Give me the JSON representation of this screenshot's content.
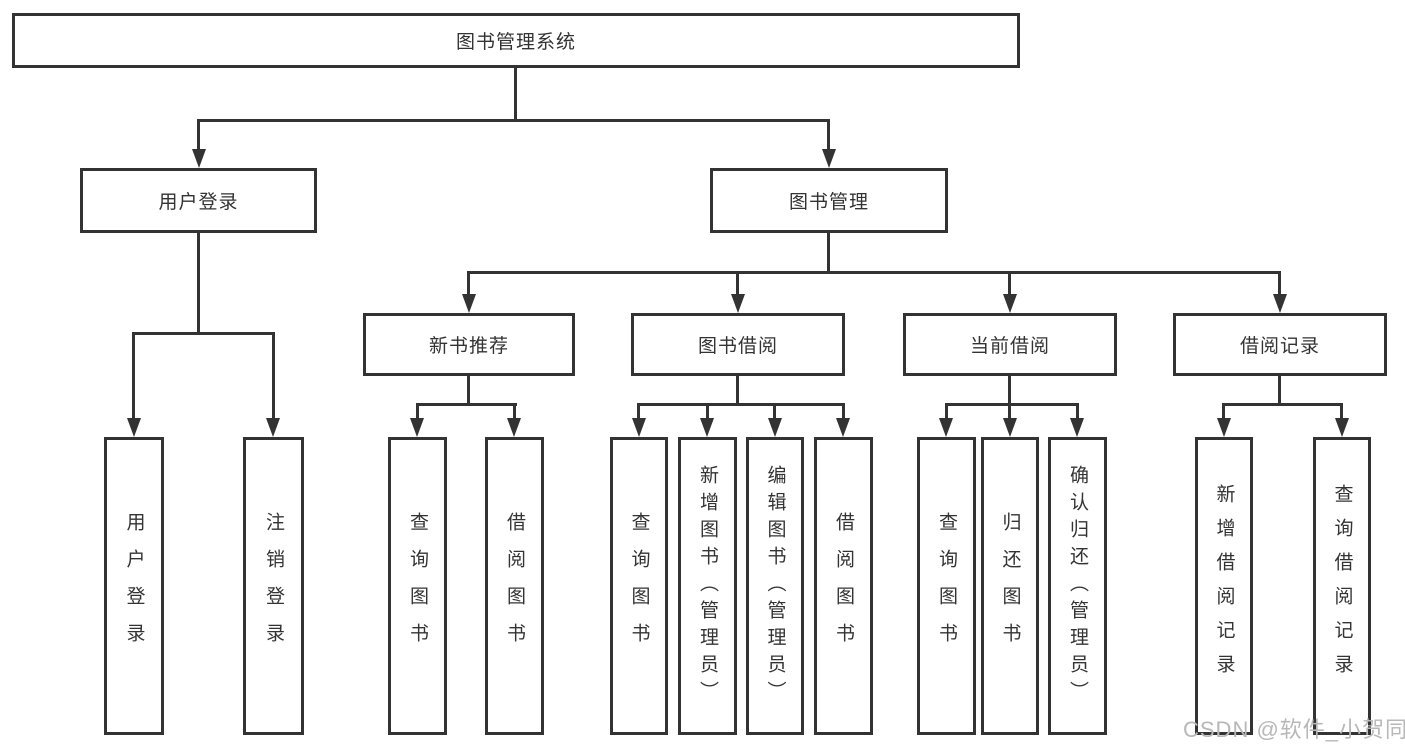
{
  "tree": {
    "label": "图书管理系统",
    "children": [
      {
        "label": "用户登录",
        "children": [
          {
            "label": "用户登录"
          },
          {
            "label": "注销登录"
          }
        ]
      },
      {
        "label": "图书管理",
        "children": [
          {
            "label": "新书推荐",
            "children": [
              {
                "label": "查询图书"
              },
              {
                "label": "借阅图书"
              }
            ]
          },
          {
            "label": "图书借阅",
            "children": [
              {
                "label": "查询图书"
              },
              {
                "label": "新增图书（管理员）"
              },
              {
                "label": "编辑图书（管理员）"
              },
              {
                "label": "借阅图书"
              }
            ]
          },
          {
            "label": "当前借阅",
            "children": [
              {
                "label": "查询图书"
              },
              {
                "label": "归还图书"
              },
              {
                "label": "确认归还（管理员）"
              }
            ]
          },
          {
            "label": "借阅记录",
            "children": [
              {
                "label": "新增借阅记录"
              },
              {
                "label": "查询借阅记录"
              }
            ]
          }
        ]
      }
    ]
  },
  "watermark": "CSDN @软件_小贺同学",
  "colors": {
    "line": "#333333",
    "text": "#333333",
    "background": "#ffffff",
    "watermark": "#b8b8b8"
  }
}
